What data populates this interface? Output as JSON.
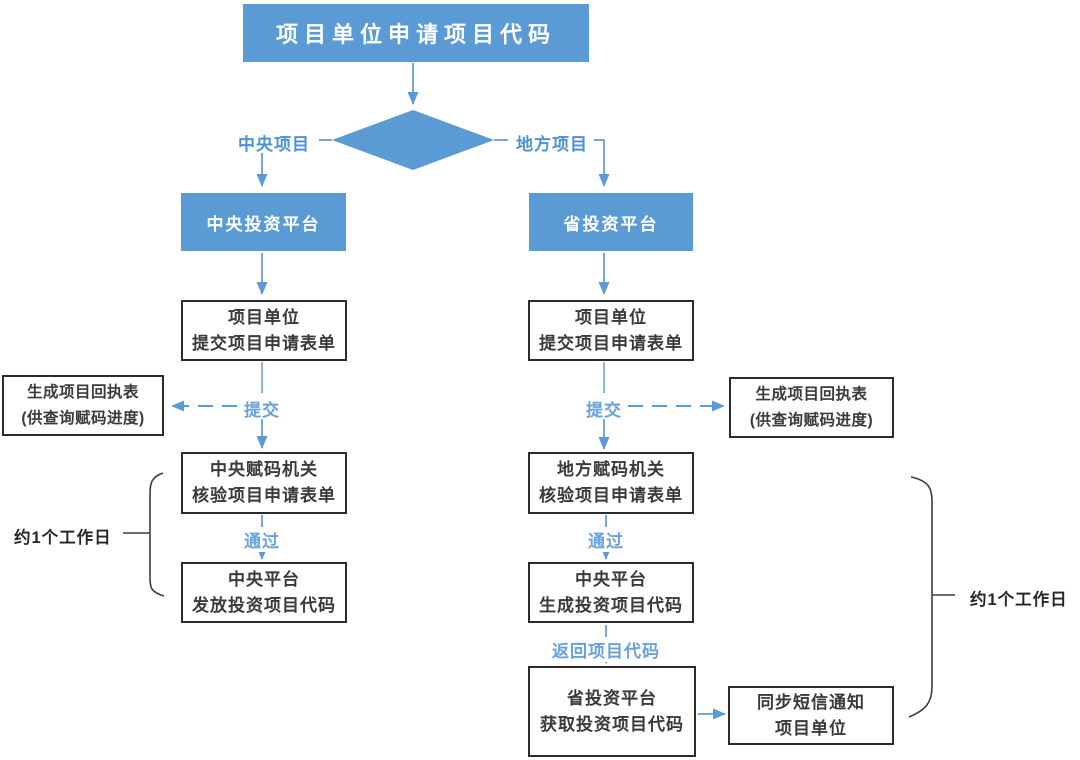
{
  "colors": {
    "accent_blue": "#5B9BD5",
    "branch_label_blue": "#4D92D5",
    "flow_label_blue": "#69A2DB",
    "box_border": "#2B2B2B",
    "brace_gray": "#3D3D3D"
  },
  "title": "项目单位申请项目代码",
  "branches": {
    "left": "中央项目",
    "right": "地方项目"
  },
  "labels": {
    "submit_left": "提交",
    "submit_right": "提交",
    "pass_left": "通过",
    "pass_right": "通过",
    "return_code": "返回项目代码",
    "duration_left": "约1个工作日",
    "duration_right": "约1个工作日"
  },
  "left_column": {
    "platform": "中央投资平台",
    "form": {
      "l1": "项目单位",
      "l2": "提交项目申请表单"
    },
    "receipt": {
      "l1": "生成项目回执表",
      "l2": "(供查询赋码进度)"
    },
    "verify": {
      "l1": "中央赋码机关",
      "l2": "核验项目申请表单"
    },
    "issue": {
      "l1": "中央平台",
      "l2": "发放投资项目代码"
    }
  },
  "right_column": {
    "platform": "省投资平台",
    "form": {
      "l1": "项目单位",
      "l2": "提交项目申请表单"
    },
    "receipt": {
      "l1": "生成项目回执表",
      "l2": "(供查询赋码进度)"
    },
    "verify": {
      "l1": "地方赋码机关",
      "l2": "核验项目申请表单"
    },
    "generate": {
      "l1": "中央平台",
      "l2": "生成投资项目代码"
    },
    "obtain": {
      "l1": "省投资平台",
      "l2": "获取投资项目代码"
    },
    "sms": {
      "l1": "同步短信通知",
      "l2": "项目单位"
    }
  }
}
